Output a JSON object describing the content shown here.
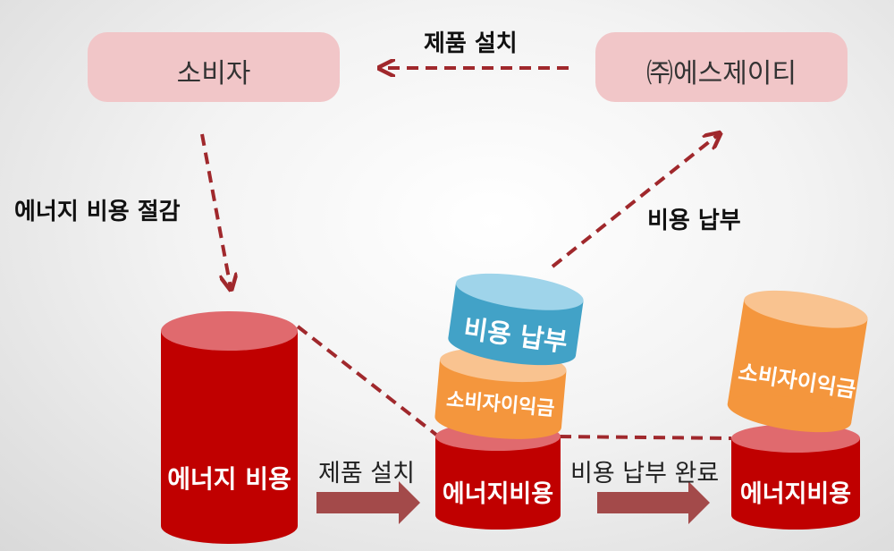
{
  "nodes": {
    "consumer": "소비자",
    "company": "㈜에스제이티"
  },
  "flows": {
    "install_top": "제품 설치",
    "energy_savings": "에너지 비용 절감",
    "fee_payment": "비용 납부"
  },
  "cylinders": {
    "energy_cost_big": "에너지 비용",
    "energy_cost_mid": "에너지비용",
    "fee_disk": "비용 납부",
    "consumer_profit_mid": "소비자이익금",
    "energy_cost_right": "에너지비용",
    "consumer_profit_right": "소비자이익금"
  },
  "arrows": {
    "install_bottom": "제품 설치",
    "payment_complete": "비용 납부 완료"
  },
  "colors": {
    "box": "#f1c6c8",
    "dashed": "#a0282c",
    "cylinder_red": "#c00000",
    "cylinder_red_top": "#e06a6e",
    "cylinder_blue": "#42a2c7",
    "cylinder_blue_top": "#9fd4ea",
    "cylinder_orange": "#f4963d",
    "cylinder_orange_top": "#f9c390",
    "block_arrow": "#a34a4a"
  }
}
